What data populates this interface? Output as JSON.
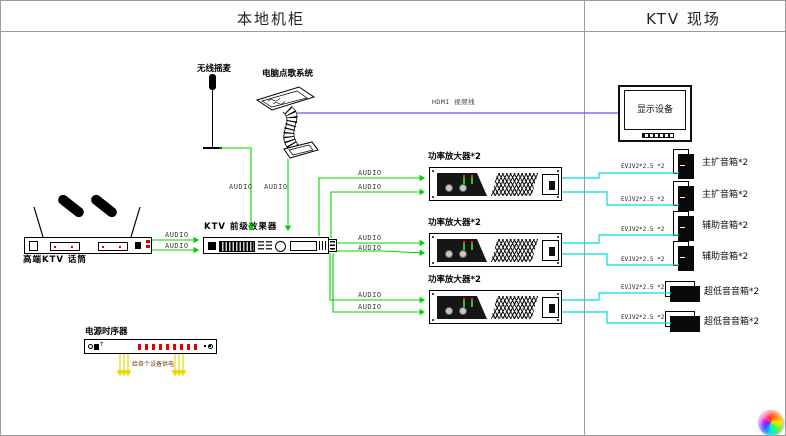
{
  "header": {
    "left_title": "本地机柜",
    "right_title": "KTV 现场"
  },
  "cabinet": {
    "wireless_mic": {
      "label": "无线摇麦"
    },
    "kiosk": {
      "label": "电脑点歌系统"
    },
    "mic_receiver": {
      "label": "高端KTV 话筒"
    },
    "effects_unit": {
      "label": "KTV 前级效果器"
    },
    "amplifier": {
      "label": "功率放大器*2"
    },
    "power_sequencer": {
      "label": "电源时序器",
      "note": "给各个设备供电"
    }
  },
  "site": {
    "display": {
      "label": "显示设备"
    },
    "speakers": [
      {
        "label": "主扩音箱*2"
      },
      {
        "label": "主扩音箱*2"
      },
      {
        "label": "辅助音箱*2"
      },
      {
        "label": "辅助音箱*2"
      },
      {
        "label": "超低音音箱*2"
      },
      {
        "label": "超低音音箱*2"
      }
    ]
  },
  "cables": {
    "audio": "AUDIO",
    "hdmi": "HDMI 视频线",
    "speaker": "EVJV2*2.5 *2"
  },
  "colors": {
    "audio_wire": "#00d400",
    "speaker_wire": "#00dcdc",
    "hdmi_wire": "#5b5be0",
    "power_wire": "#f2f200",
    "outlet": "#e00000"
  }
}
